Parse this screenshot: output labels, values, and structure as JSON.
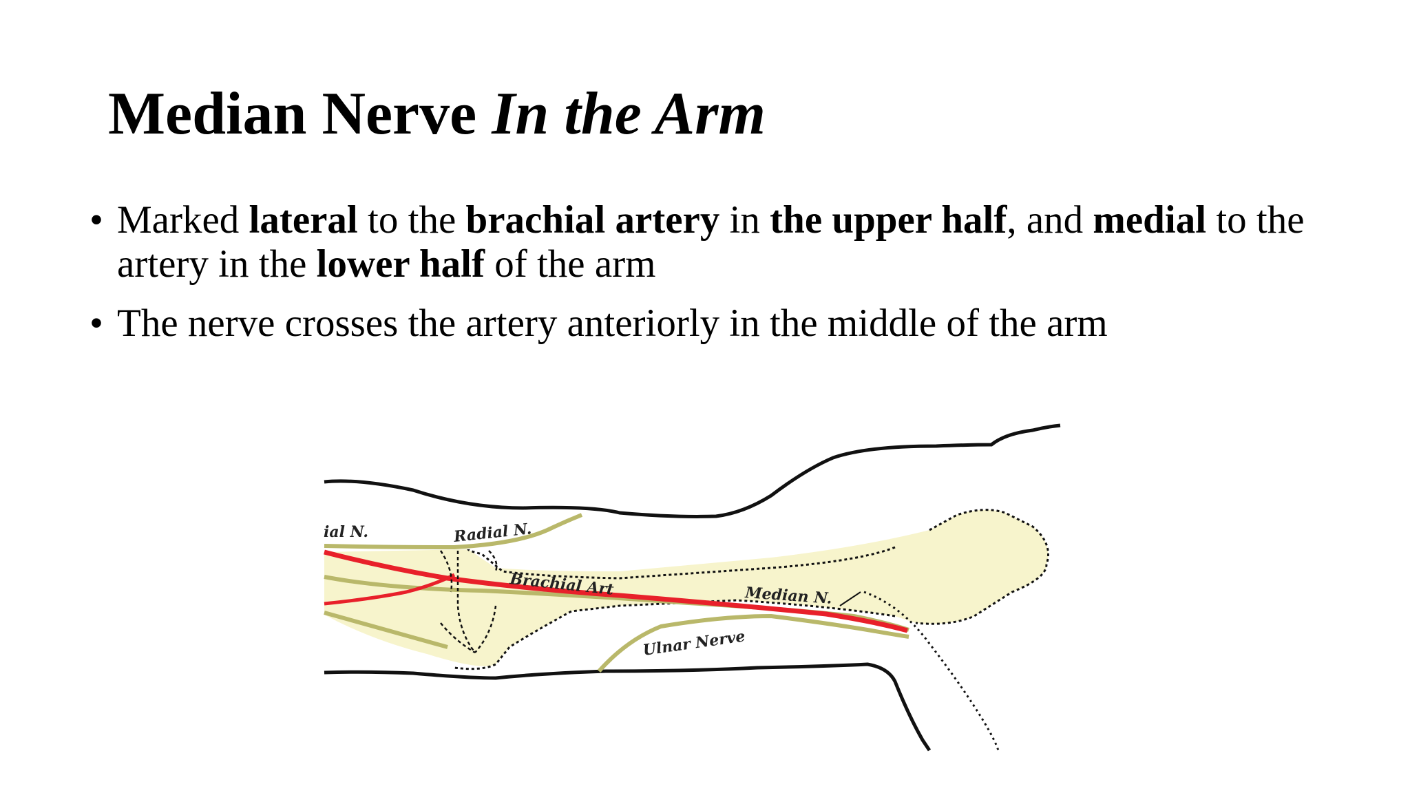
{
  "slide": {
    "title_main": "Median Nerve",
    "title_italic": "In the Arm",
    "bullets": [
      {
        "segments": [
          {
            "text": "Marked ",
            "bold": false
          },
          {
            "text": "lateral",
            "bold": true
          },
          {
            "text": " to the ",
            "bold": false
          },
          {
            "text": "brachial artery",
            "bold": true
          },
          {
            "text": " in ",
            "bold": false
          },
          {
            "text": "the upper half",
            "bold": true
          },
          {
            "text": ", and ",
            "bold": false
          },
          {
            "text": "medial",
            "bold": true
          },
          {
            "text": " to the artery in the ",
            "bold": false
          },
          {
            "text": "lower half",
            "bold": true
          },
          {
            "text": " of the arm",
            "bold": false
          }
        ]
      },
      {
        "segments": [
          {
            "text": "The nerve crosses the artery anteriorly in the middle of the arm",
            "bold": false
          }
        ]
      }
    ],
    "bullet_glyph": "•"
  },
  "illustration": {
    "labels": {
      "ulnar_cut": "ial N.",
      "radial": "Radial N.",
      "brachial": "Brachial Art",
      "median": "Median N.",
      "ulnar": "Ulnar Nerve"
    },
    "colors": {
      "bone_fill": "#f7f4cc",
      "artery": "#e8202a",
      "nerve": "#b9b86a",
      "outline": "#111111"
    }
  }
}
